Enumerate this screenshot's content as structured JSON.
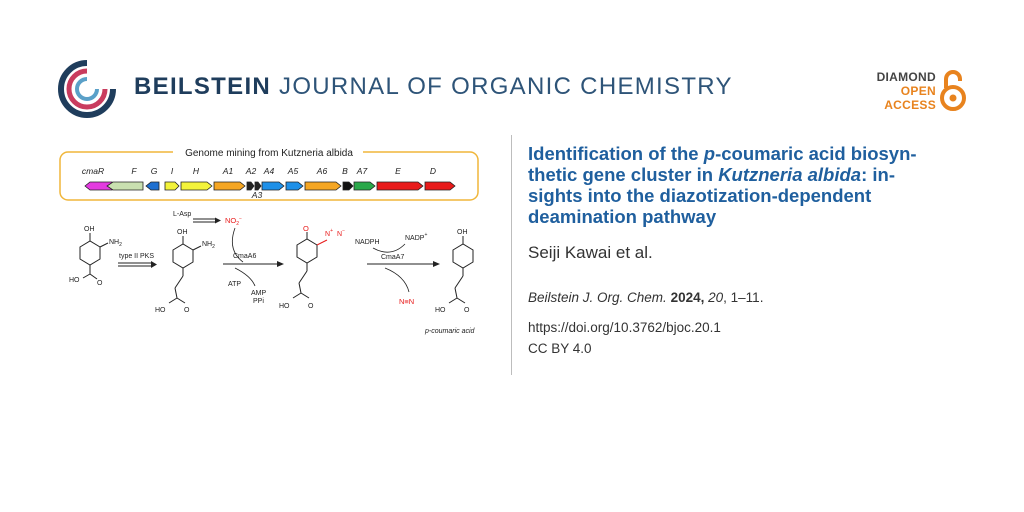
{
  "journal": {
    "name_bold": "BEILSTEIN",
    "name_rest": "JOURNAL OF ORGANIC CHEMISTRY"
  },
  "open_access": {
    "line1": "DIAMOND",
    "line2": "OPEN",
    "line3": "ACCESS",
    "icon": "open-lock-icon"
  },
  "scheme": {
    "box_title": "Genome mining from Kutzneria albida",
    "genes": [
      "cmaR",
      "F",
      "G",
      "I",
      "H",
      "A1",
      "A2",
      "A4",
      "A5",
      "A6",
      "B",
      "A7",
      "E",
      "D"
    ],
    "gene_below": "A3",
    "reagents": {
      "type2pks": "type II PKS",
      "lasp": "L-Asp",
      "no2": "NO",
      "cmaa6": "CmaA6",
      "atp": "ATP",
      "amp": "AMP",
      "ppi": "PPi",
      "nadph": "NADPH",
      "nadp": "NADP",
      "cmaa7": "CmaA7",
      "n2": "N≡N",
      "product": "p-coumaric acid"
    },
    "struct_labels": {
      "oh": "OH",
      "nh2": "NH",
      "ho": "HO",
      "o": "O"
    }
  },
  "article": {
    "title_parts": {
      "p1": "Identification of the ",
      "p2": "p",
      "p3": "-coumaric acid biosyn-",
      "p4": "thetic gene cluster in ",
      "p5": "Kutzneria albida",
      "p6": ": in-",
      "p7": "sights into the diazotization-dependent",
      "p8": "deamination pathway"
    },
    "authors": "Seiji Kawai et al.",
    "journal_abbrev": "Beilstein J. Org. Chem.",
    "year": "2024,",
    "volume": "20",
    "pages": ", 1–11.",
    "doi": "https://doi.org/10.3762/bjoc.20.1",
    "license": "CC BY 4.0"
  },
  "colors": {
    "journal_blue": "#1f3d5c",
    "title_blue": "#1f5f9e",
    "oa_orange": "#e8831e",
    "box_border": "#f0b63a"
  }
}
